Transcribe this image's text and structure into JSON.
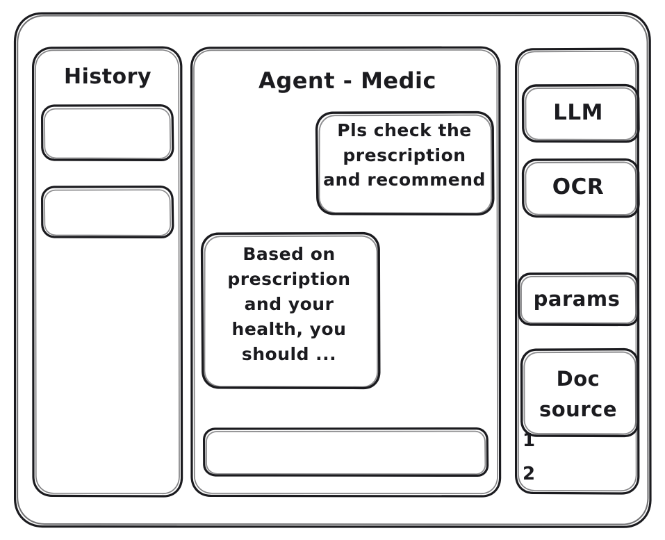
{
  "app": {
    "style": "hand-drawn wireframe",
    "stroke_color": "#1b1b1f",
    "background_color": "#ffffff"
  },
  "history_panel": {
    "title": "History",
    "items": [
      {
        "label": "",
        "name": "history-item-1"
      },
      {
        "label": "",
        "name": "history-item-2"
      }
    ]
  },
  "main_panel": {
    "title": "Agent - Medic",
    "messages": [
      {
        "role": "user",
        "text": "Pls check the\nprescription\nand recommend"
      },
      {
        "role": "assistant",
        "text": "Based on\nprescription\nand your\nhealth, you\nshould ..."
      }
    ],
    "composer": {
      "value": "",
      "placeholder": ""
    }
  },
  "tools_panel": {
    "buttons": [
      {
        "label": "LLM",
        "name": "llm-button"
      },
      {
        "label": "OCR",
        "name": "ocr-button"
      },
      {
        "label": "params",
        "name": "params-button"
      }
    ],
    "doc_source": {
      "label": "Doc\nsource",
      "items": [
        "1",
        "2"
      ]
    }
  }
}
